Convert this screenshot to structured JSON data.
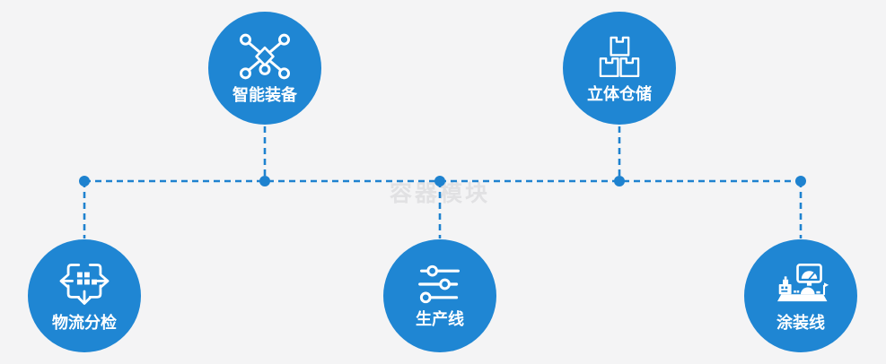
{
  "diagram": {
    "type": "process-node-map",
    "watermark": {
      "text": "容器模块"
    },
    "colors": {
      "background": "#f4f4f5",
      "node_blue": "#1f86d3",
      "connector_blue": "#1e82cf",
      "icon_white": "#ffffff",
      "watermark_gray": "#e1e1e3"
    },
    "nodes": [
      {
        "label": "智能装备",
        "icon": "network-nodes-icon",
        "position": "top-left"
      },
      {
        "label": "立体仓储",
        "icon": "stacked-boxes-icon",
        "position": "top-right"
      },
      {
        "label": "物流分检",
        "icon": "sort-distribute-icon",
        "position": "bottom-left"
      },
      {
        "label": "生产线",
        "icon": "sliders-icon",
        "position": "bottom-center"
      },
      {
        "label": "涂装线",
        "icon": "control-console-icon",
        "position": "bottom-right"
      }
    ]
  }
}
